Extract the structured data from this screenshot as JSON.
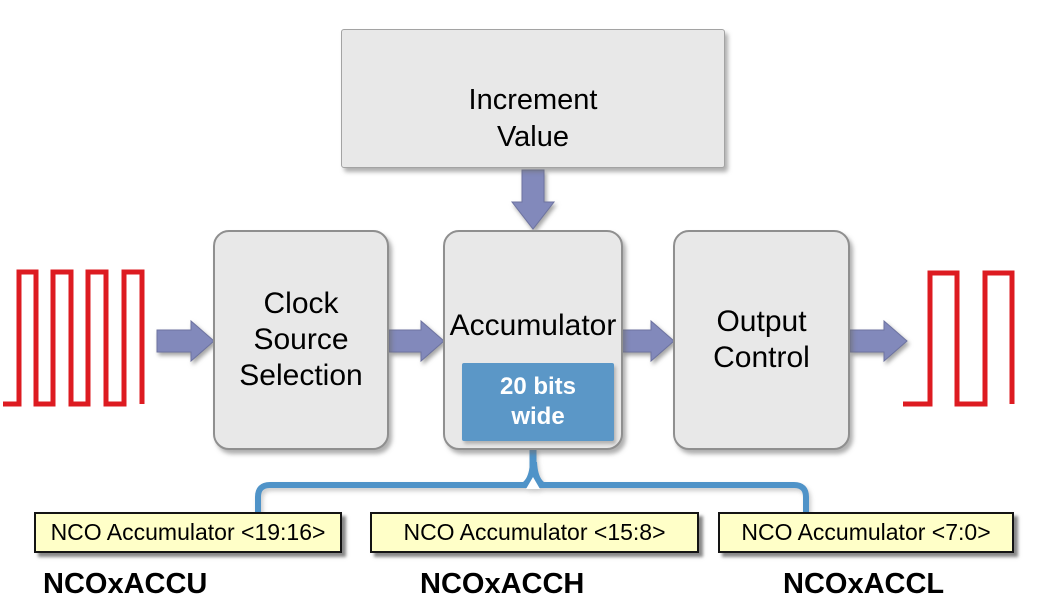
{
  "blocks": {
    "increment_value": "Increment\nValue",
    "clock_source": "Clock\nSource\nSelection",
    "accumulator": "Accumulator",
    "accumulator_width": "20 bits\nwide",
    "output_control": "Output\nControl"
  },
  "registers": [
    {
      "field_label": "NCO Accumulator <19:16>",
      "register_name": "NCOxACCU"
    },
    {
      "field_label": "NCO Accumulator <15:8>",
      "register_name": "NCOxACCH"
    },
    {
      "field_label": "NCO Accumulator <7:0>",
      "register_name": "NCOxACCL"
    }
  ],
  "icons": {
    "input_clock_waveform": "red fast square wave (4 pulses)",
    "output_clock_waveform": "red slow square wave (2 pulses)",
    "flow_arrows": "slate-blue block arrows (4 right, 1 down)",
    "bracket": "blue fan-out brace from Accumulator to registers"
  },
  "colors": {
    "block_fill": "#e8e8e8",
    "block_border": "#8f8f8f",
    "arrow_fill": "#8289bb",
    "signal_red": "#dd1b21",
    "accent_blue": "#5b97c7",
    "bracket_blue": "#4f93c8",
    "register_fill": "#ffffc8",
    "register_border": "#141414"
  }
}
